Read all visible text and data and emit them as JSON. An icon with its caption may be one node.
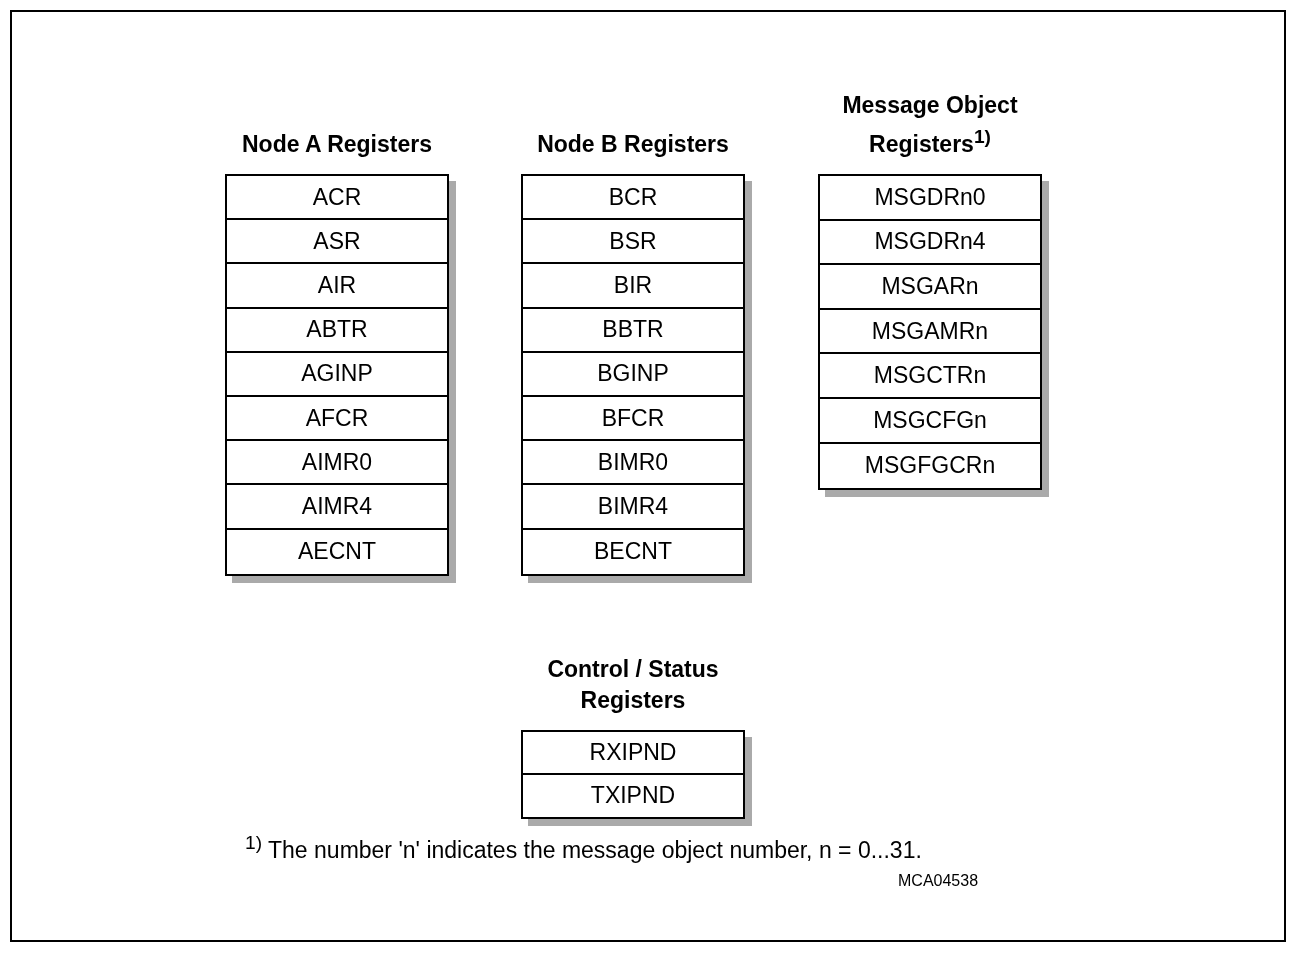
{
  "diagram": {
    "nodes": [
      {
        "text": [
          "Node A Registers"
        ]
      },
      {
        "text": [
          "ACR"
        ],
        "in": 0
      },
      {
        "text": [
          "ASR"
        ],
        "in": 0
      },
      {
        "text": [
          "AIR"
        ],
        "in": 0
      },
      {
        "text": [
          "ABTR"
        ],
        "in": 0
      },
      {
        "text": [
          "AGINP"
        ],
        "in": 0
      },
      {
        "text": [
          "AFCR"
        ],
        "in": 0
      },
      {
        "text": [
          "AIMR0"
        ],
        "in": 0
      },
      {
        "text": [
          "AIMR4"
        ],
        "in": 0
      },
      {
        "text": [
          "AECNT"
        ],
        "in": 0
      },
      {
        "text": [
          "Node B Registers"
        ]
      },
      {
        "text": [
          "BCR"
        ],
        "in": 10
      },
      {
        "text": [
          "BSR"
        ],
        "in": 10
      },
      {
        "text": [
          "BIR"
        ],
        "in": 10
      },
      {
        "text": [
          "BBTR"
        ],
        "in": 10
      },
      {
        "text": [
          "BGINP"
        ],
        "in": 10
      },
      {
        "text": [
          "BFCR"
        ],
        "in": 10
      },
      {
        "text": [
          "BIMR0"
        ],
        "in": 10
      },
      {
        "text": [
          "BIMR4"
        ],
        "in": 10
      },
      {
        "text": [
          "BECNT"
        ],
        "in": 10
      },
      {
        "text": [
          "Message Object Registers$^{1)}$"
        ]
      },
      {
        "text": [
          "MSGDRn0"
        ],
        "in": 20
      },
      {
        "text": [
          "MSGDRn4"
        ],
        "in": 20
      },
      {
        "text": [
          "MSGARn"
        ],
        "in": 20
      },
      {
        "text": [
          "MSGAMRn"
        ],
        "in": 20
      },
      {
        "text": [
          "MSGCTRn"
        ],
        "in": 20
      },
      {
        "text": [
          "MSGCFGn"
        ],
        "in": 20
      },
      {
        "text": [
          "MSGFGCRn"
        ],
        "in": 20
      },
      {
        "text": [
          "Control / Status Registers"
        ]
      },
      {
        "text": [
          "RXIPND"
        ],
        "in": 28
      },
      {
        "text": [
          "TXIPND"
        ],
        "in": 28
      }
    ],
    "labels": [
      "$^{1)}$ The number 'n' indicates the message object number, n = 0...31.",
      "MCA04538"
    ]
  }
}
